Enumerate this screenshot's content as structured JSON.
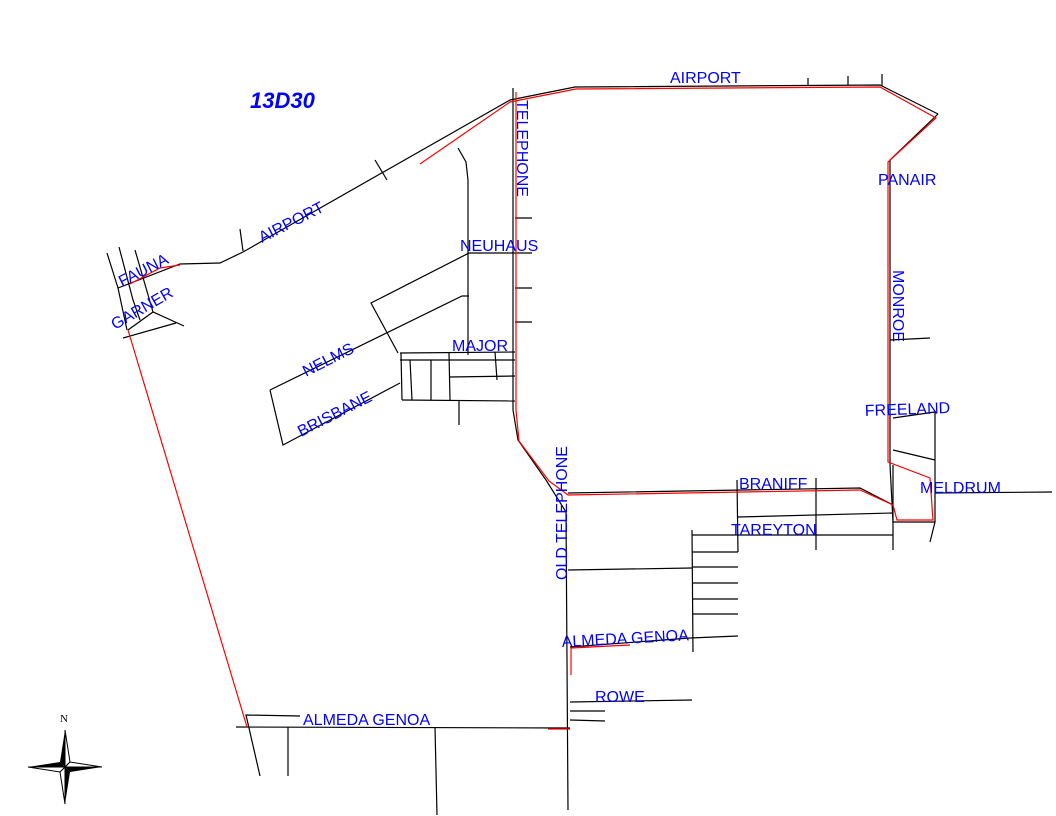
{
  "map": {
    "title": "13D30",
    "route_color": "#ff0000",
    "street_color": "#000000",
    "label_color": "#0000ff",
    "compass_north": "N",
    "streets": {
      "airport_east": "AIRPORT",
      "airport_west": "AIRPORT",
      "telephone": "TELEPHONE",
      "panair": "PANAIR",
      "neuhaus": "NEUHAUS",
      "fauna": "FAUNA",
      "garner": "GARNER",
      "monroe": "MONROE",
      "major": "MAJOR",
      "nelms": "NELMS",
      "brisbane": "BRISBANE",
      "freeland": "FREELAND",
      "old_telephone": "OLD TELEPHONE",
      "braniff": "BRANIFF",
      "meldrum": "MELDRUM",
      "tareyton": "TAREYTON",
      "almeda_genoa_east": "ALMEDA GENOA",
      "rowe": "ROWE",
      "almeda_genoa_south": "ALMEDA GENOA"
    }
  }
}
